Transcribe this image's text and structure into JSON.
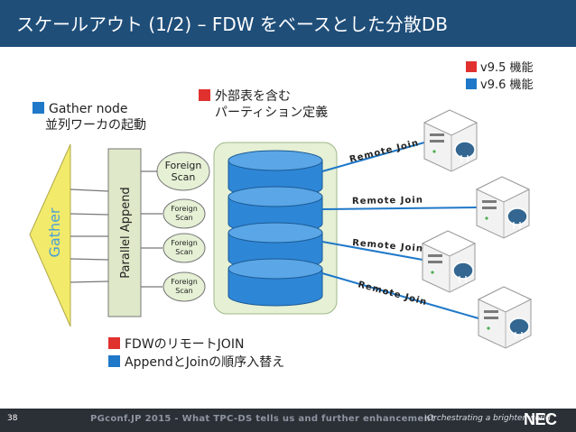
{
  "slide": {
    "title": "スケールアウト (1/2) – FDW をベースとした分散DB",
    "number": "38",
    "footer": "PGconf.JP 2015 - What TPC-DS tells us and further enhancement",
    "tagline": "\\Orchestrating a brighter world",
    "logo": "NEC"
  },
  "legend": [
    {
      "label": "v9.5 機能",
      "color": "#e0312f"
    },
    {
      "label": "v9.6 機能",
      "color": "#1f78c8"
    }
  ],
  "notes": {
    "gather": {
      "title": "Gather node",
      "sub": "並列ワーカの起動",
      "color": "#1f78c8"
    },
    "foreign": {
      "title": "外部表を含む",
      "sub": "パーティション定義",
      "color": "#e0312f"
    },
    "fdw": {
      "label": "FDWのリモートJOIN",
      "color": "#e0312f"
    },
    "append": {
      "label": "AppendとJoinの順序入替え",
      "color": "#1f78c8"
    }
  },
  "diagram": {
    "gather_label": "Gather",
    "parallel_append_label": "Parallel Append",
    "foreign_scans": [
      {
        "line1": "Foreign",
        "line2": "Scan"
      },
      {
        "line1": "Foreign",
        "line2": "Scan"
      },
      {
        "line1": "Foreign",
        "line2": "Scan"
      },
      {
        "line1": "Foreign",
        "line2": "Scan"
      }
    ],
    "remote_joins": [
      "Remote Join",
      "Remote Join",
      "Remote Join",
      "Remote Join"
    ],
    "server_count": 4
  },
  "colors": {
    "title_bar": "#1f4e79",
    "gather_fill": "#f2ea6a",
    "append_fill": "#dfe8c8",
    "group_fill": "#e5f0d5",
    "disk_fill": "#2e86d6",
    "footer_bar": "#2b2f36"
  }
}
